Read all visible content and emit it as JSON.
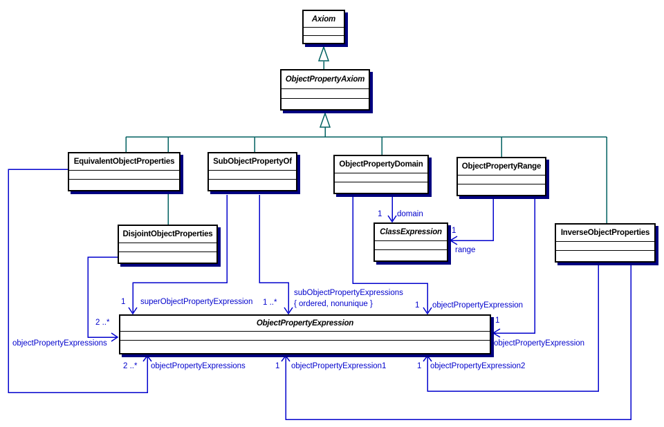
{
  "diagram": {
    "type": "uml-class-diagram",
    "classes": {
      "axiom": {
        "name": "Axiom",
        "abstract": true
      },
      "object_property_axiom": {
        "name": "ObjectPropertyAxiom",
        "abstract": true
      },
      "equivalent_object_properties": {
        "name": "EquivalentObjectProperties",
        "abstract": false
      },
      "sub_object_property_of": {
        "name": "SubObjectPropertyOf",
        "abstract": false
      },
      "object_property_domain": {
        "name": "ObjectPropertyDomain",
        "abstract": false
      },
      "object_property_range": {
        "name": "ObjectPropertyRange",
        "abstract": false
      },
      "disjoint_object_properties": {
        "name": "DisjointObjectProperties",
        "abstract": false
      },
      "class_expression": {
        "name": "ClassExpression",
        "abstract": true
      },
      "inverse_object_properties": {
        "name": "InverseObjectProperties",
        "abstract": false
      },
      "object_property_expression": {
        "name": "ObjectPropertyExpression",
        "abstract": true
      }
    },
    "generalizations": [
      {
        "parent": "Axiom",
        "child": "ObjectPropertyAxiom"
      },
      {
        "parent": "ObjectPropertyAxiom",
        "child": "EquivalentObjectProperties"
      },
      {
        "parent": "ObjectPropertyAxiom",
        "child": "DisjointObjectProperties"
      },
      {
        "parent": "ObjectPropertyAxiom",
        "child": "SubObjectPropertyOf"
      },
      {
        "parent": "ObjectPropertyAxiom",
        "child": "ObjectPropertyDomain"
      },
      {
        "parent": "ObjectPropertyAxiom",
        "child": "ObjectPropertyRange"
      },
      {
        "parent": "ObjectPropertyAxiom",
        "child": "InverseObjectProperties"
      }
    ],
    "associations": {
      "equivalent_members": {
        "from": "EquivalentObjectProperties",
        "to": "ObjectPropertyExpression",
        "multiplicity": "2 ..*",
        "label": "objectPropertyExpressions"
      },
      "disjoint_members": {
        "from": "DisjointObjectProperties",
        "to": "ObjectPropertyExpression",
        "multiplicity": "2 ..*",
        "label": "objectPropertyExpressions"
      },
      "super_property": {
        "from": "SubObjectPropertyOf",
        "to": "ObjectPropertyExpression",
        "multiplicity": "1",
        "label": "superObjectPropertyExpression"
      },
      "sub_properties": {
        "from": "SubObjectPropertyOf",
        "to": "ObjectPropertyExpression",
        "multiplicity": "1 ..*",
        "label": "subObjectPropertyExpressions",
        "constraint": "{ ordered, nonunique }"
      },
      "domain": {
        "from": "ObjectPropertyDomain",
        "to": "ClassExpression",
        "multiplicity": "1",
        "label": "domain"
      },
      "range": {
        "from": "ObjectPropertyRange",
        "to": "ClassExpression",
        "multiplicity": "1",
        "label": "range"
      },
      "domain_property": {
        "from": "ObjectPropertyDomain",
        "to": "ObjectPropertyExpression",
        "multiplicity": "1",
        "label": "objectPropertyExpression"
      },
      "range_property": {
        "from": "ObjectPropertyRange",
        "to": "ObjectPropertyExpression",
        "multiplicity": "1",
        "label": "objectPropertyExpression"
      },
      "inverse_property_1": {
        "from": "InverseObjectProperties",
        "to": "ObjectPropertyExpression",
        "multiplicity": "1",
        "label": "objectPropertyExpression1"
      },
      "inverse_property_2": {
        "from": "InverseObjectProperties",
        "to": "ObjectPropertyExpression",
        "multiplicity": "1",
        "label": "objectPropertyExpression2"
      }
    },
    "colors": {
      "association": "#0000cc",
      "generalization": "#006060",
      "box_shadow": "#000080",
      "box_border": "#000000",
      "box_fill": "#ffffff",
      "background": "#ffffff"
    }
  }
}
